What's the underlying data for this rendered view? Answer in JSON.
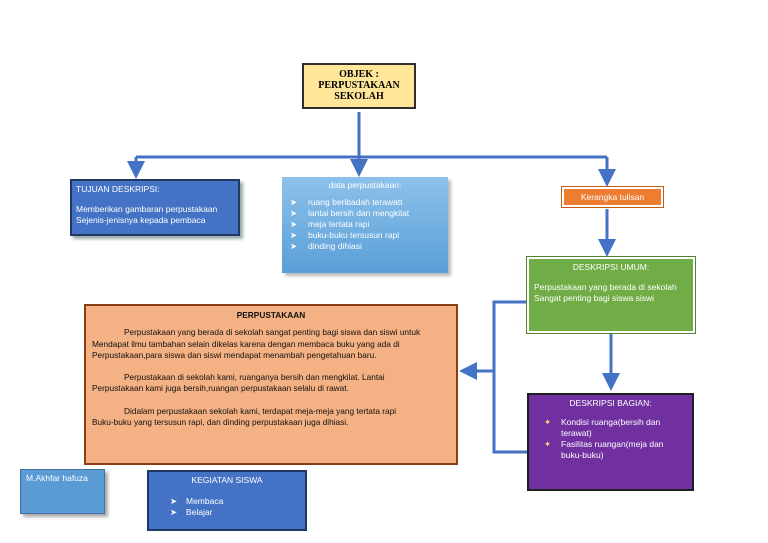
{
  "objek": {
    "lines": [
      "OBJEK :",
      "PERPUSTAKAAN",
      "SEKOLAH"
    ]
  },
  "tujuan": {
    "title": "TUJUAN  DESKRIPSI:",
    "lines": [
      "Memberikan gambaran perpustakaan",
      "Sejenis-jenisnya kepada pembaca"
    ]
  },
  "data": {
    "title": "data perpustakaan:",
    "items": [
      "ruang beribadah terawatt",
      "lantai bersih dan mengkilat",
      "meja tertata rapi",
      "buku-buku tersusun rapi",
      "dinding dihiasi"
    ]
  },
  "kerangka": {
    "label": "Kerangka tulisan"
  },
  "umum": {
    "title": "DESKRIPSI UMUM:",
    "lines": [
      "Perpustakaan yang berada di sekolah",
      "Sangat penting bagi siswa siswi"
    ]
  },
  "bagian": {
    "title": "DESKRIPSI BAGIAN:",
    "items": [
      "Kondisi ruanga(bersih dan terawat)",
      "Fasilitas ruangan(meja dan buku-buku)"
    ]
  },
  "perpus": {
    "title": "PERPUSTAKAAN",
    "p1a": "Perpustakaan yang berada di sekolah sangat penting bagi siswa dan siswi untuk",
    "p1b": "Mendapat ilmu tambahan selain dikelas karena dengan membaca buku yang ada di",
    "p1c": "Perpustakaan,para siswa dan siswi mendapat menambah pengetahuan baru.",
    "p2a": "Perpustakaan di sekolah kami, ruanganya bersih dan mengkilat. Lantai",
    "p2b": "Perpustakaan kami juga bersih,ruangan perpustakaan selalu di rawat.",
    "p3a": "Didalam perpustakaan sekolah kami, terdapat meja-meja yang tertata rapi",
    "p3b": "Buku-buku yang tersusun rapi, dan dinding perpustakaan juga dihiasi."
  },
  "author": {
    "name": "M.Akhfar hafuza"
  },
  "kegiatan": {
    "title": "KEGIATAN SISWA",
    "items": [
      "Membaca",
      "Belajar"
    ]
  },
  "colors": {
    "arrow": "#4472c4",
    "objek": "#ffe699",
    "tujuan": "#4472c4",
    "data": "#6aaee0",
    "kerangka": "#ed7d31",
    "umum": "#70ad47",
    "bagian": "#7030a0",
    "perpus": "#f4b183",
    "author": "#5b9bd5",
    "kegiatan": "#4472c4"
  },
  "icons": {
    "bullet": "arrowhead-icon",
    "bagian_bullet": "multicolor-bullet-icon"
  }
}
